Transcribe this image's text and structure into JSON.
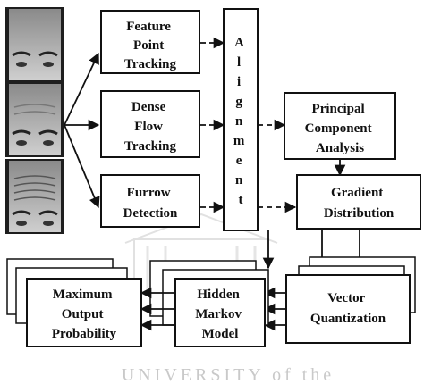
{
  "diagram": {
    "boxes": {
      "feature_point_tracking": [
        "Feature",
        "Point",
        "Tracking"
      ],
      "dense_flow_tracking": [
        "Dense",
        "Flow",
        "Tracking"
      ],
      "furrow_detection": [
        "Furrow",
        "Detection"
      ],
      "alignment": [
        "A",
        "l",
        "i",
        "g",
        "n",
        "m",
        "e",
        "n",
        "t"
      ],
      "principal_component_analysis": [
        "Principal",
        "Component",
        "Analysis"
      ],
      "gradient_distribution": [
        "Gradient",
        "Distribution"
      ],
      "vector_quantization": [
        "Vector",
        "Quantization"
      ],
      "hidden_markov_model": [
        "Hidden",
        "Markov",
        "Model"
      ],
      "maximum_output_probability": [
        "Maximum",
        "Output",
        "Probability"
      ]
    },
    "photos": [
      "face-photo-top",
      "face-photo-middle",
      "face-photo-bottom"
    ],
    "watermark": {
      "line1": "UNIVERSITY of the"
    },
    "colors": {
      "stroke": "#111111",
      "text": "#111111",
      "watermark": "#c9c9c9"
    }
  }
}
